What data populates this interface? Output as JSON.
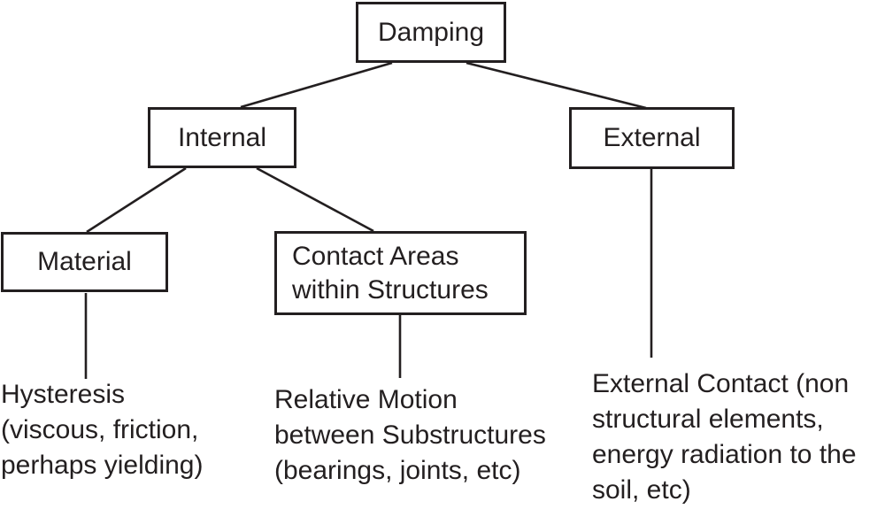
{
  "diagram": {
    "type": "tree",
    "colors": {
      "ink": "#231f20",
      "background": "#ffffff"
    },
    "nodes": {
      "damping": "Damping",
      "internal": "Internal",
      "external": "External",
      "material": "Material",
      "contact": "Contact Areas\nwithin Structures"
    },
    "leaves": {
      "hysteresis": "Hysteresis\n(viscous, friction,\nperhaps yielding)",
      "relative_motion": "Relative Motion\nbetween Substructures\n(bearings, joints, etc)",
      "external_contact": "External Contact (non\nstructural elements,\nenergy radiation to the\nsoil, etc)"
    },
    "edges": [
      "Damping-Internal",
      "Damping-External",
      "Internal-Material",
      "Internal-Contact Areas within Structures",
      "Material-Hysteresis",
      "Contact Areas within Structures-Relative Motion",
      "External-External Contact"
    ]
  }
}
